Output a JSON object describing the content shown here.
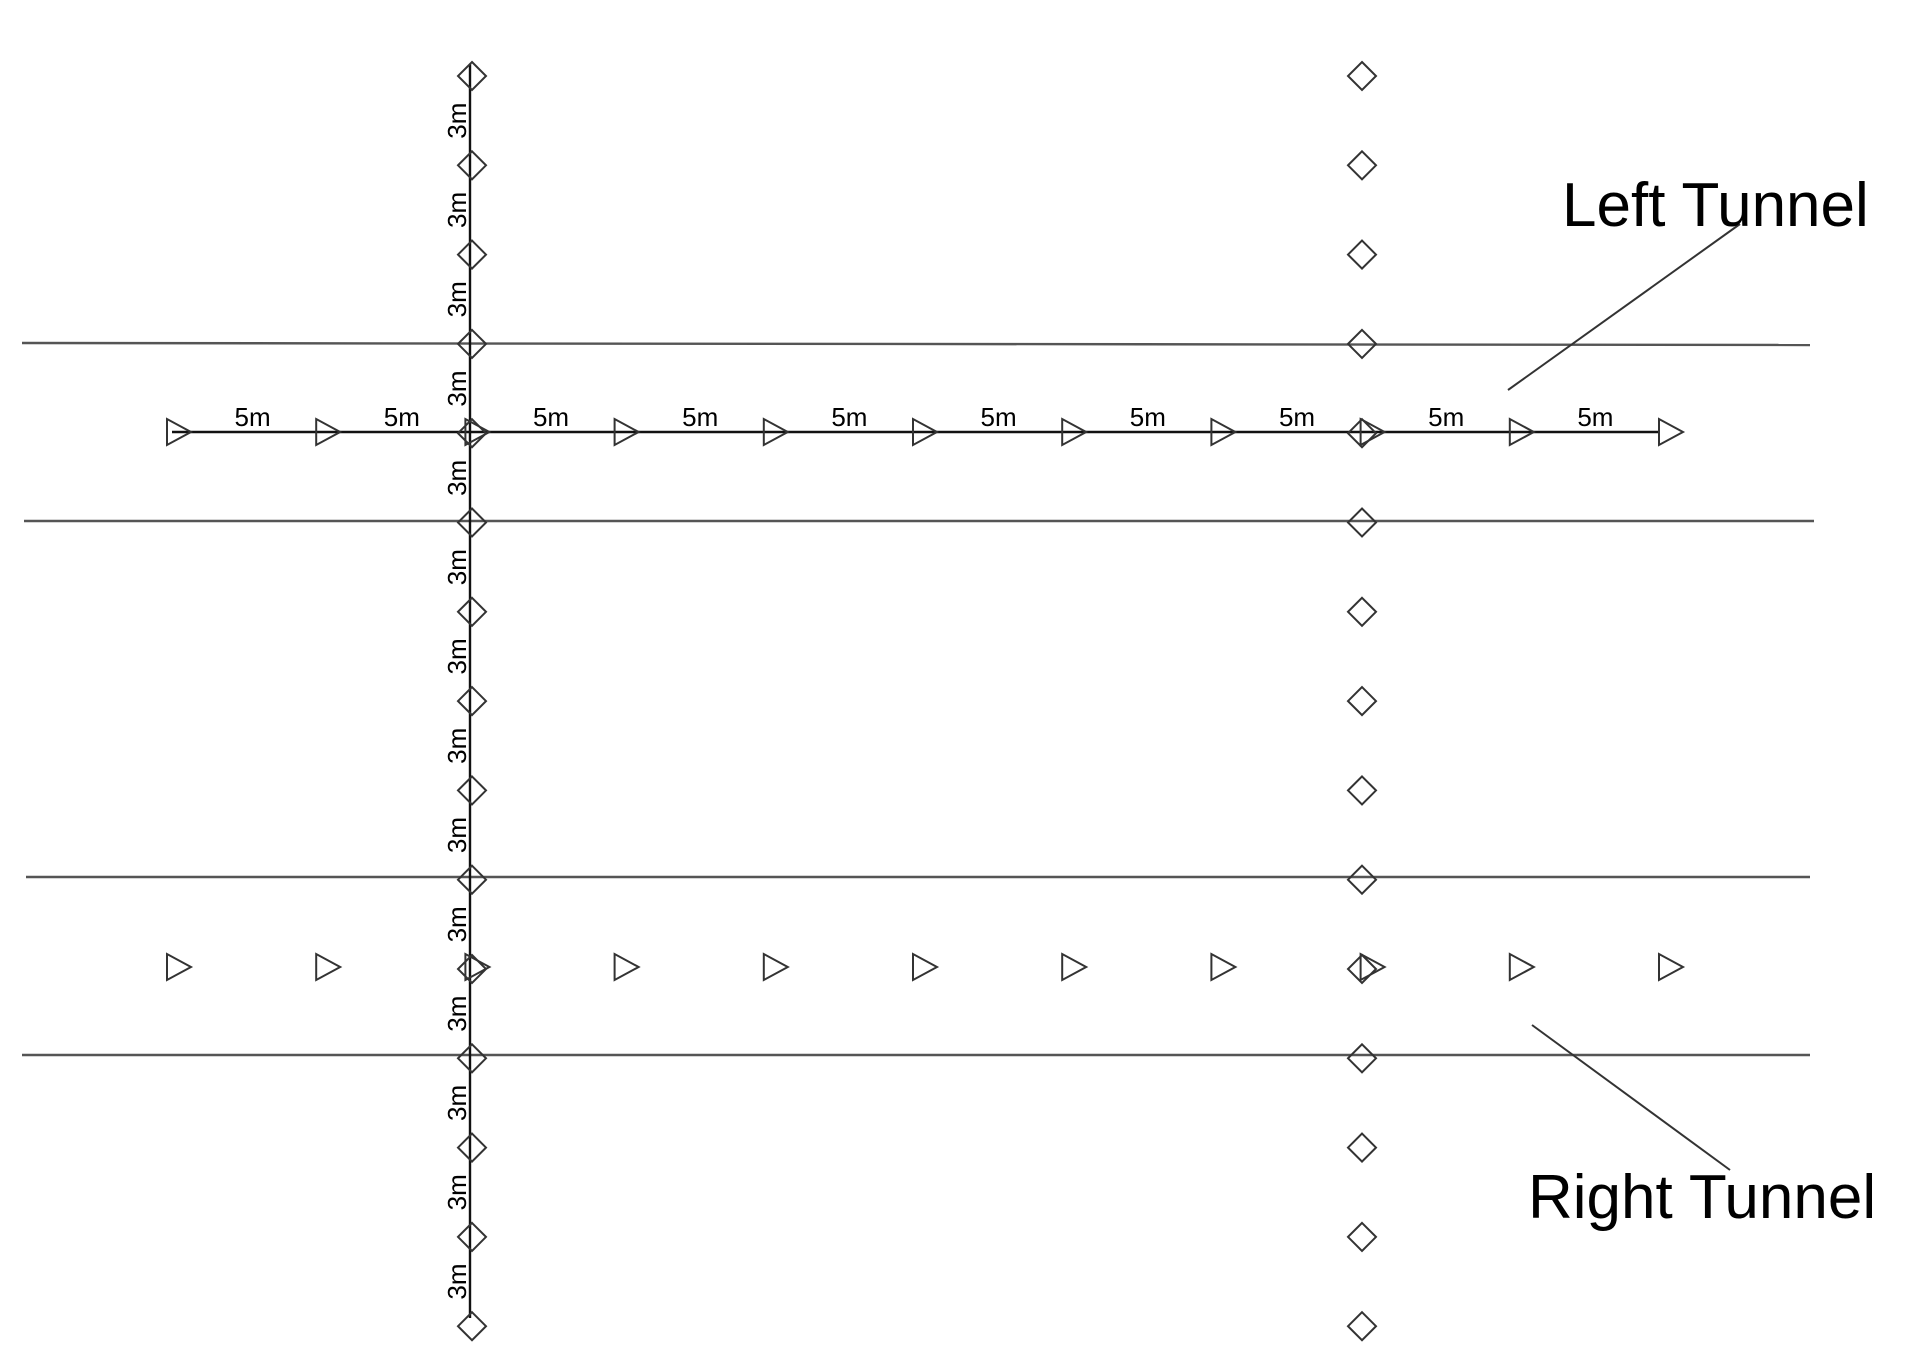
{
  "diagram": {
    "left_tunnel_label": "Left Tunnel",
    "right_tunnel_label": "Right Tunnel",
    "horizontal_spacing_label": "5m",
    "vertical_spacing_label": "3m",
    "horizontal_spacing_count": 10,
    "vertical_spacing_count": 14,
    "triangle_markers_per_row": 11,
    "diamond_markers_per_column": 15,
    "colors": {
      "line": "#555555",
      "marker": "#333333",
      "text": "#000000",
      "background": "#ffffff"
    }
  }
}
